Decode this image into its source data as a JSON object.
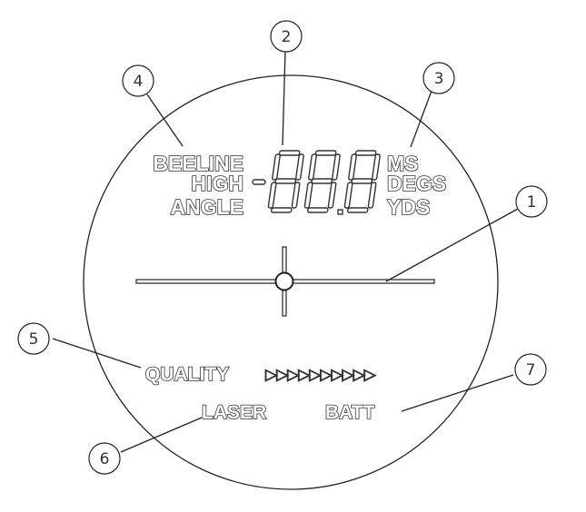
{
  "diagram": {
    "labels": {
      "beeline": "BEELINE",
      "high": "HIGH",
      "angle": "ANGLE",
      "ms": "MS",
      "degs": "DEGS",
      "yds": "YDS",
      "quality": "QUALITY",
      "laser": "LASER",
      "batt": "BATT",
      "minus": "-"
    },
    "quality_indicator": {
      "arrow_count": 10,
      "glyph": "▷▷▷▷▷▷▷▷▷▷"
    },
    "display_digits": {
      "top_row": "888",
      "bottom_row": "88.8"
    },
    "callouts": [
      {
        "number": "1",
        "target": "reticle"
      },
      {
        "number": "2",
        "target": "numeric-display"
      },
      {
        "number": "3",
        "target": "unit-labels"
      },
      {
        "number": "4",
        "target": "mode-labels"
      },
      {
        "number": "5",
        "target": "quality-indicator"
      },
      {
        "number": "6",
        "target": "laser-indicator"
      },
      {
        "number": "7",
        "target": "battery-indicator"
      }
    ]
  }
}
